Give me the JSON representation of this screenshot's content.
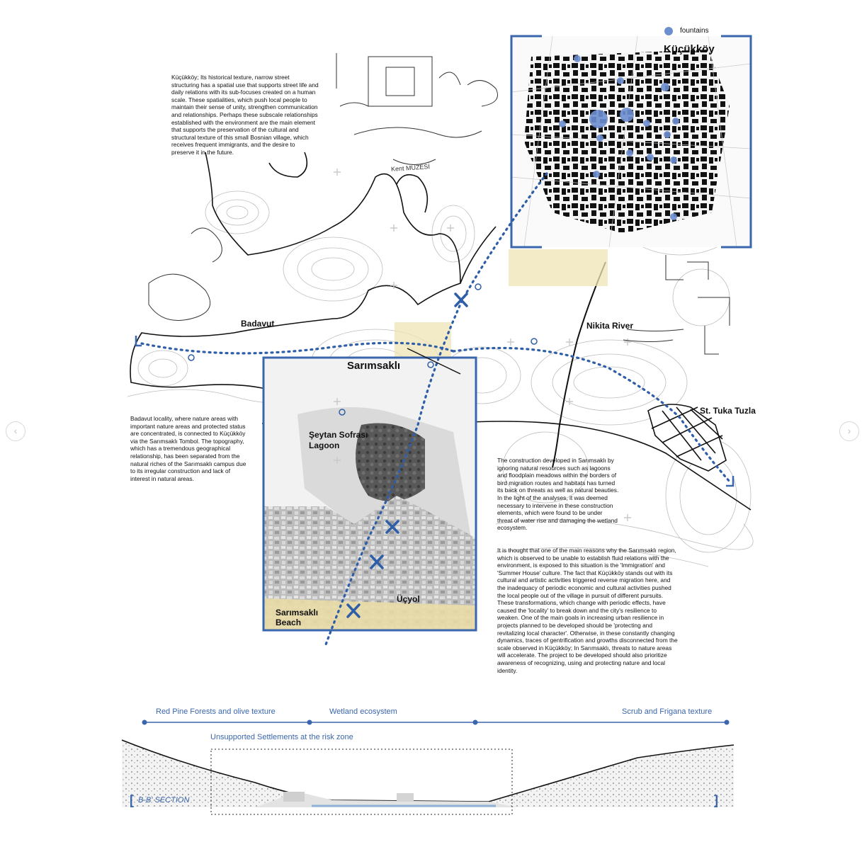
{
  "viewer": {
    "prev_glyph": "‹",
    "next_glyph": "›"
  },
  "legend": {
    "label": "fountains",
    "color": "#6d8fd0"
  },
  "places": {
    "kucukkoy": "Küçükköy",
    "badavut": "Badavut",
    "sarimsakli": "Sarımsaklı",
    "nikita": "Nikita River",
    "tuzla": "St. Tuka Tuzla",
    "lagoon_line1": "Şeytan Sofrası",
    "lagoon_line2": "Lagoon",
    "ucyol": "Üçyol",
    "beach_line1": "Sarımsaklı",
    "beach_line2": "Beach"
  },
  "texts": {
    "kucukkoy": "Küçükköy; Its historical texture, narrow street structuring has a spatial use that supports street life and daily relations with its sub-focuses created on a human scale. These spatialities, which push local people to maintain their sense of unity, strengthen communication and relationships. Perhaps these subscale relationships established with the environment are the main element that supports the preservation of the cultural and structural texture of this small Bosnian village, which receives frequent immigrants, and the desire to preserve it in the future.",
    "badavut": "Badavut locality, where nature areas with important nature areas and protected status are concentrated, is connected to Küçükköy via the Sarımsaklı Tombol. The topography, which has a tremendous geographical relationship, has been separated from the natural riches of the Sarımsaklı campus due to its irregular construction and lack of interest in natural areas.",
    "construction": "The construction developed in Sarımsaklı by ignoring natural resources such as lagoons and floodplain meadows within the borders of bird migration routes and habitats has turned its back on threats as well as natural beauties. In the light of the analyses, it was deemed necessary to intervene in these construction elements, which were found to be under threat of water rise and damaging the wetland ecosystem.",
    "reasons": "It is thought that one of the main reasons why the Sarımsaklı region, which is observed to be unable to establish fluid relations with the environment, is exposed to this situation is the 'Immigration' and 'Summer House' culture. The fact that Küçükköy stands out with its cultural and artistic activities triggered reverse migration here, and the inadequacy of periodic economic and cultural activities pushed the local people out of the village in pursuit of different pursuits. These transformations, which change with periodic effects, have caused the 'locality' to break down and the city's resilience to weaken. One of the main goals in increasing urban resilience in projects planned to be developed should be 'protecting and revitalizing local character'. Otherwise, in these constantly changing dynamics, traces of gentrification and growths disconnected from the scale observed in Küçükköy; In Sarımsaklı, threats to nature areas will accelerate. The project to be developed should also prioritize awareness of recognizing, using and protecting nature and local identity."
  },
  "sketch_notes": {
    "kent_muzesi": "Kent MÜZESİ"
  },
  "section": {
    "zone1": "Red Pine Forests and olive texture",
    "zone2": "Wetland ecosystem",
    "zone3": "Scrub and Frigana texture",
    "risk": "Unsupported Settlements at the risk zone",
    "name": "B-B' SECTION",
    "bracket_left": "[",
    "bracket_right": "]"
  },
  "colors": {
    "accent_blue": "#3a66ad",
    "fountain_blue": "#6d8fd0",
    "highlight_yellow": "#efe4b6",
    "contour_gray": "#b9b9b9"
  }
}
